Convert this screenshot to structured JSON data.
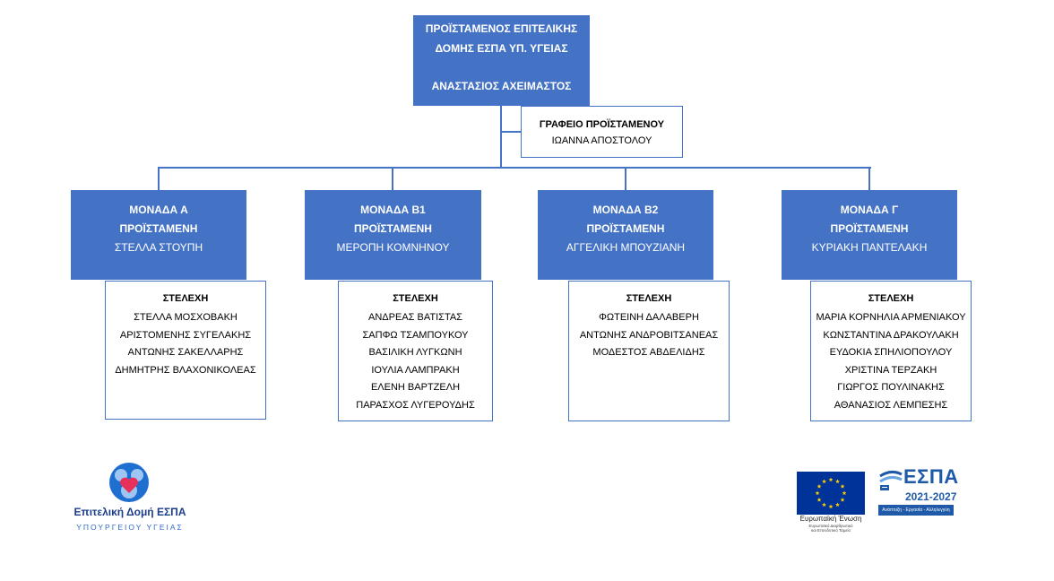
{
  "head": {
    "title_line1": "ΠΡΟΪΣΤΑΜΕΝΟΣ ΕΠΙΤΕΛΙΚΗΣ",
    "title_line2": "ΔΟΜΗΣ ΕΣΠΑ ΥΠ. ΥΓΕΙΑΣ",
    "name": "ΑΝΑΣΤΑΣΙΟΣ ΑΧΕΙΜΑΣΤΟΣ"
  },
  "office": {
    "title": "ΓΡΑΦΕΙΟ ΠΡΟΪΣΤΑΜΕΝΟΥ",
    "name": "ΙΩΑΝΝΑ ΑΠΟΣΤΟΛΟΥ"
  },
  "units": [
    {
      "name": "ΜΟΝΑΔΑ Α",
      "role": "ΠΡΟΪΣΤΑΜΕΝΗ",
      "head": "ΣΤΕΛΛΑ ΣΤΟΥΠΗ",
      "staff_title": "ΣΤΕΛΕΧΗ",
      "staff": [
        "ΣΤΕΛΛΑ ΜΟΣΧΟΒΑΚΗ",
        "ΑΡΙΣΤΟΜΕΝΗΣ ΣΥΓΕΛΑΚΗΣ",
        "ΑΝΤΩΝΗΣ ΣΑΚΕΛΛΑΡΗΣ",
        "ΔΗΜΗΤΡΗΣ ΒΛΑΧΟΝΙΚΟΛΕΑΣ"
      ]
    },
    {
      "name": "ΜΟΝΑΔΑ Β1",
      "role": "ΠΡΟΪΣΤΑΜΕΝΗ",
      "head": "ΜΕΡΟΠΗ ΚΟΜΝΗΝΟΥ",
      "staff_title": "ΣΤΕΛΕΧΗ",
      "staff": [
        "ΑΝΔΡΕΑΣ ΒΑΤΙΣΤΑΣ",
        "ΣΑΠΦΩ ΤΣΑΜΠΟΥΚΟΥ",
        "ΒΑΣΙΛΙΚΗ ΛΥΓΚΩΝΗ",
        "ΙΟΥΛΙΑ ΛΑΜΠΡΑΚΗ",
        "ΕΛΕΝΗ ΒΑΡΤΖΕΛΗ",
        "ΠΑΡΑΣΧΟΣ ΛΥΓΕΡΟΥΔΗΣ"
      ]
    },
    {
      "name": "ΜΟΝΑΔΑ Β2",
      "role": "ΠΡΟΪΣΤΑΜΕΝΗ",
      "head": "ΑΓΓΕΛΙΚΗ ΜΠΟΥΖΙΑΝΗ",
      "staff_title": "ΣΤΕΛΕΧΗ",
      "staff": [
        "ΦΩΤΕΙΝΗ ΔΑΛΑΒΕΡΗ",
        "ΑΝΤΩΝΗΣ ΑΝΔΡΟΒΙΤΣΑΝΕΑΣ",
        "ΜΟΔΕΣΤΟΣ ΑΒΔΕΛΙΔΗΣ"
      ]
    },
    {
      "name": "ΜΟΝΑΔΑ Γ",
      "role": "ΠΡΟΪΣΤΑΜΕΝΗ",
      "head": "ΚΥΡΙΑΚΗ ΠΑΝΤΕΛΑΚΗ",
      "staff_title": "ΣΤΕΛΕΧΗ",
      "staff": [
        "ΜΑΡΙΑ ΚΟΡΝΗΛΙΑ ΑΡΜΕΝΙΑΚΟΥ",
        "ΚΩΝΣΤΑΝΤΙΝΑ ΔΡΑΚΟΥΛΑΚΗ",
        "ΕΥΔΟΚΙΑ ΣΠΗΛΙΟΠΟΥΛΟΥ",
        "ΧΡΙΣΤΙΝΑ ΤΕΡΖΑΚΗ",
        "ΓΙΩΡΓΟΣ ΠΟΥΛΙΝΑΚΗΣ",
        "ΑΘΑΝΑΣΙΟΣ ΛΕΜΠΕΣΗΣ"
      ]
    }
  ],
  "logo_left": {
    "title": "Επιτελική Δομή ΕΣΠΑ",
    "subtitle": "ΥΠΟΥΡΓΕΙΟΥ ΥΓΕΙΑΣ"
  },
  "logo_eu": {
    "label": "Ευρωπαϊκή Ένωση",
    "sub1": "Ευρωπαϊκό Διαρθρωτικό",
    "sub2": "και Επενδυτικό Ταμείο"
  },
  "logo_espa": {
    "title": "ΕΣΠΑ",
    "years": "2021-2027",
    "tagline": "Ανάπτυξη - Εργασία - Αλληλεγγύη"
  },
  "colors": {
    "box_blue": "#4472c4",
    "eu_blue": "#003399",
    "eu_star": "#ffcc00",
    "espa_blue": "#1f5aa8",
    "logo_heart": "#e8305a"
  }
}
